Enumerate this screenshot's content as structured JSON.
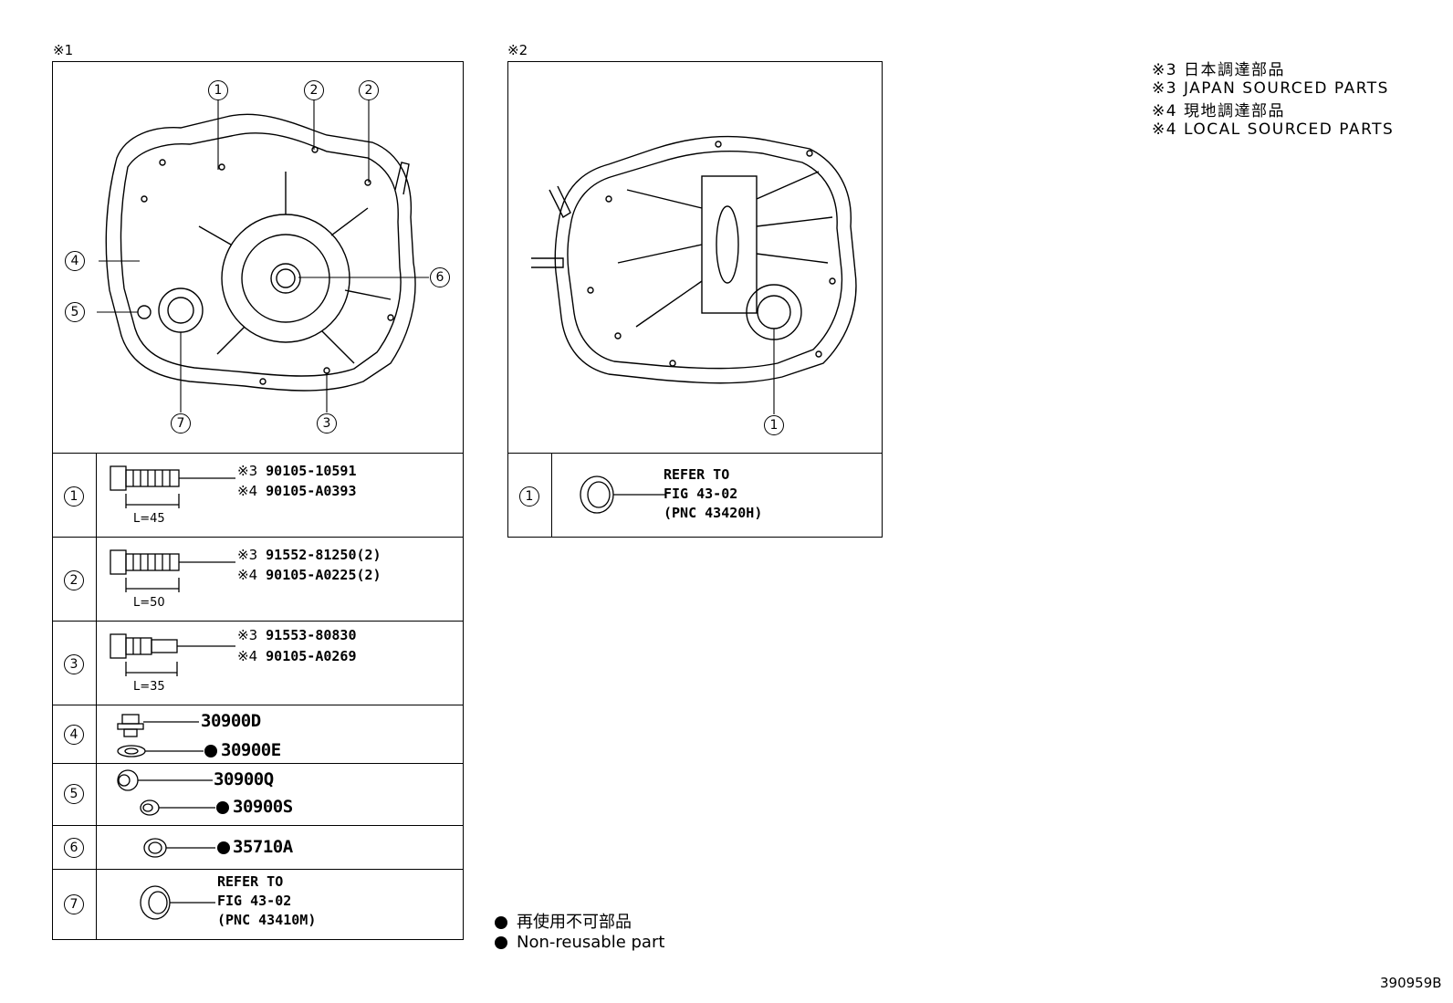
{
  "sections": {
    "left_label": "※1",
    "right_label": "※2"
  },
  "legend": [
    "※3 日本調達部品",
    "※3 JAPAN SOURCED PARTS",
    "※4 現地調達部品",
    "※4 LOCAL SOURCED PARTS"
  ],
  "callouts_left": [
    "1",
    "2",
    "2",
    "3",
    "4",
    "5",
    "6",
    "7"
  ],
  "callouts_right": [
    "1"
  ],
  "parts_table": [
    {
      "num": "1",
      "lines": [
        {
          "mark": "※3",
          "pn": "90105-10591"
        },
        {
          "mark": "※4",
          "pn": "90105-A0393"
        }
      ],
      "length": "L=45"
    },
    {
      "num": "2",
      "lines": [
        {
          "mark": "※3",
          "pn": "91552-81250(2)"
        },
        {
          "mark": "※4",
          "pn": "90105-A0225(2)"
        }
      ],
      "length": "L=50"
    },
    {
      "num": "3",
      "lines": [
        {
          "mark": "※3",
          "pn": "91553-80830"
        },
        {
          "mark": "※4",
          "pn": "90105-A0269"
        }
      ],
      "length": "L=35"
    },
    {
      "num": "4",
      "parts": [
        "30900D",
        "30900E"
      ]
    },
    {
      "num": "5",
      "parts": [
        "30900Q",
        "30900S"
      ]
    },
    {
      "num": "6",
      "parts": [
        "35710A"
      ]
    },
    {
      "num": "7",
      "refer": [
        "REFER TO",
        "FIG 43-02",
        "(PNC 43410M)"
      ]
    }
  ],
  "right_table": [
    {
      "num": "1",
      "refer": [
        "REFER TO",
        "FIG 43-02",
        "(PNC 43420H)"
      ]
    }
  ],
  "notes": {
    "jp": "再使用不可部品",
    "en": "Non-reusable part"
  },
  "figure_id": "390959B"
}
